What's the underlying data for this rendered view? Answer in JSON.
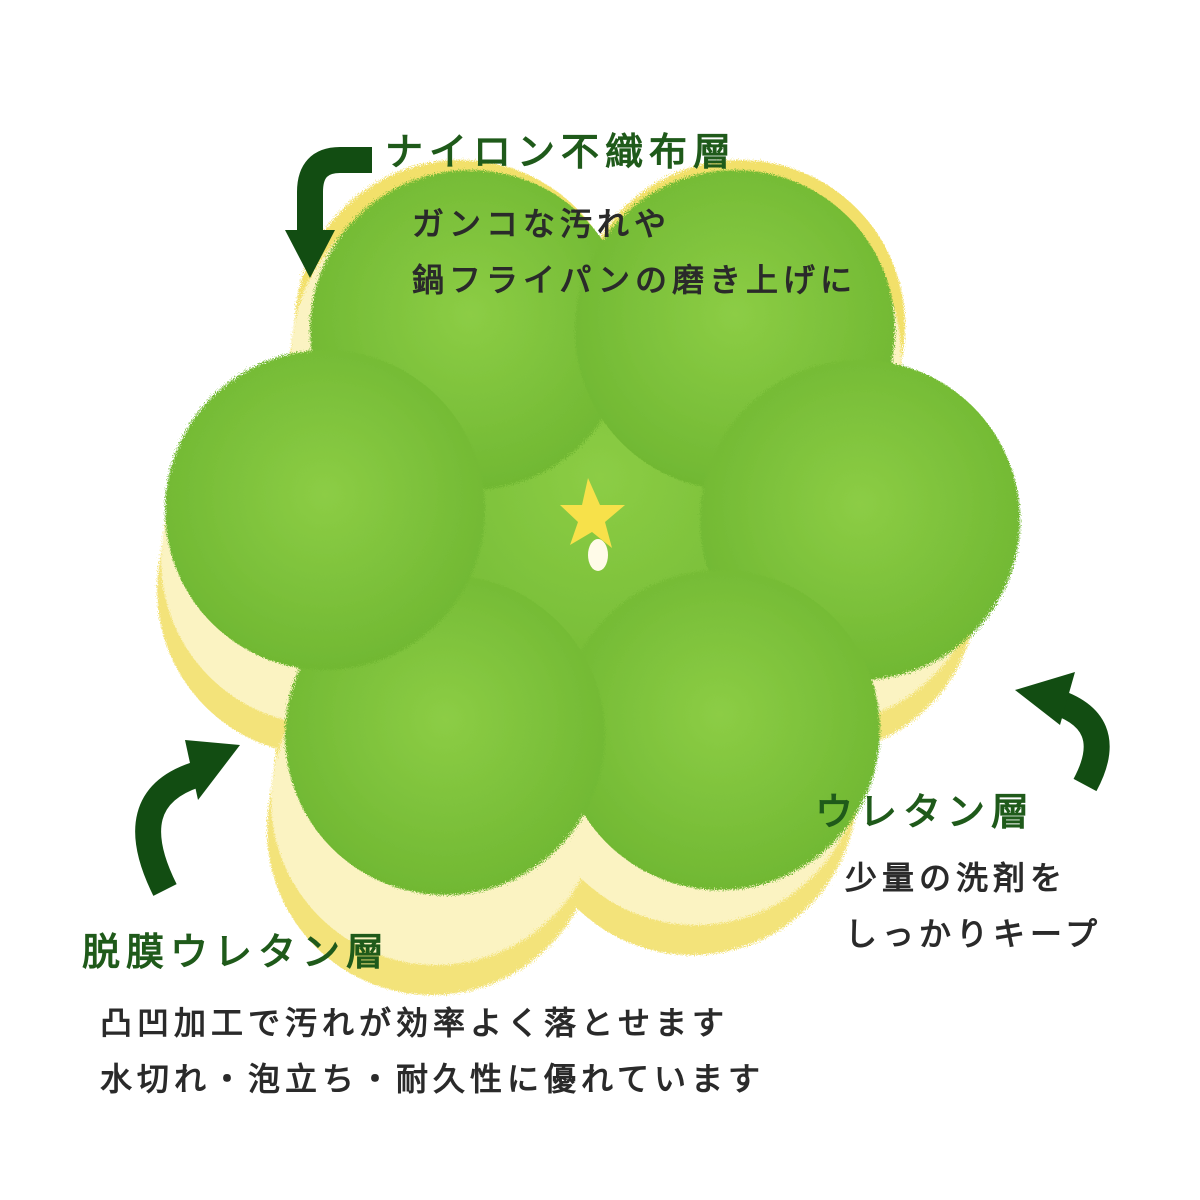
{
  "colors": {
    "sponge_green": "#7cc43a",
    "sponge_yellow": "#f2e06a",
    "label_green": "#1f5a1a",
    "arrow_green": "#124d12",
    "text_dark": "#2a2a2a"
  },
  "icons": [
    "arrow-down-icon",
    "arrow-up-left-icon",
    "arrow-up-right-icon"
  ],
  "nylon_layer": {
    "title": "ナイロン不織布層",
    "lines": [
      "ガンコな汚れや",
      "鍋フライパンの磨き上げに"
    ]
  },
  "urethane_layer": {
    "title": "ウレタン層",
    "lines": [
      "少量の洗剤を",
      "しっかりキープ"
    ]
  },
  "film_urethane_layer": {
    "title": "脱膜ウレタン層",
    "lines": [
      "凸凹加工で汚れが効率よく落とせます",
      "水切れ・泡立ち・耐久性に優れています"
    ]
  }
}
